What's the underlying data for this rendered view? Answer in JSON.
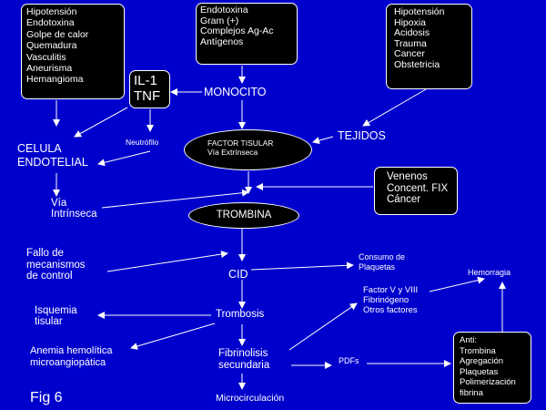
{
  "colors": {
    "background": "#0000cc",
    "box_fill": "#000000",
    "text": "#ffffff",
    "arrow": "#ffffff"
  },
  "boxes": {
    "causes_left": [
      "Hipotensión",
      "Endotoxina",
      "Golpe de calor",
      "Quemadura",
      "Vasculitis",
      "Aneurisma",
      "Hemangioma"
    ],
    "causes_center": [
      "Endotoxina",
      "Gram (+)",
      "Complejos Ag-Ac",
      "Antígenos"
    ],
    "causes_right": [
      "Hipotensión",
      "Hipoxia",
      "Acidosis",
      "Trauma",
      "Cancer",
      "Obstetricia"
    ],
    "cytokines": [
      "IL-1",
      "TNF"
    ],
    "venoms": [
      "Venenos",
      "Concent. FIX",
      "Cáncer"
    ],
    "anti": [
      "Anti:",
      "Trombina",
      "Agregación",
      "Plaquetas",
      "Polimerización",
      "fibrina"
    ]
  },
  "nodes": {
    "monocito": "MONOCITO",
    "neutrofilo": "Neutrófilo",
    "celula_endotelial": [
      "CELULA",
      "ENDOTELIAL"
    ],
    "factor_tisular": [
      "FACTOR TISULAR",
      "Vía Extrínseca"
    ],
    "tejidos": "TEJIDOS",
    "via_intrinseca": [
      "Vía",
      "Intrínseca"
    ],
    "trombina": "TROMBINA",
    "fallo": [
      "Fallo de",
      "mecanismos",
      "de control"
    ],
    "cid": "CID",
    "consumo": [
      "Consumo de",
      "Plaquetas"
    ],
    "hemorragia": "Hemorragia",
    "factores": [
      "Factor V y VIII",
      "Fibrinógeno",
      "Otros factores"
    ],
    "isquemia": [
      "Isquemia",
      "tisular"
    ],
    "trombosis": "Trombosis",
    "anemia": [
      "Anemia hemolítica",
      "microangiopática"
    ],
    "fibrinolisis": [
      "Fibrinolisis",
      "secundaria"
    ],
    "pdfs": "PDFs",
    "microcirculacion": "Microcirculación",
    "fig_label": "Fig 6"
  }
}
